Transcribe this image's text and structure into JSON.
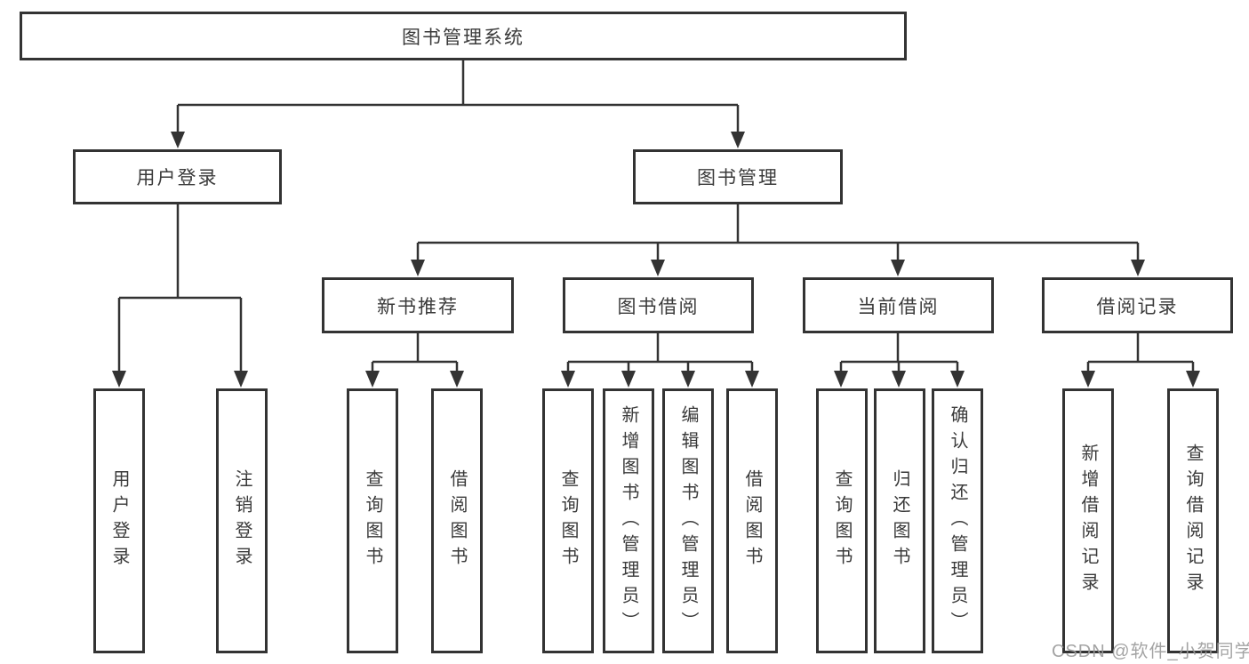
{
  "diagram": {
    "root": {
      "label": "图书管理系统"
    },
    "level2": [
      {
        "label": "用户登录"
      },
      {
        "label": "图书管理"
      }
    ],
    "level3": [
      {
        "label": "新书推荐"
      },
      {
        "label": "图书借阅"
      },
      {
        "label": "当前借阅"
      },
      {
        "label": "借阅记录"
      }
    ],
    "leaves": [
      {
        "parent": "用户登录",
        "label": "用户登录"
      },
      {
        "parent": "用户登录",
        "label": "注销登录"
      },
      {
        "parent": "新书推荐",
        "label": "查询图书"
      },
      {
        "parent": "新书推荐",
        "label": "借阅图书"
      },
      {
        "parent": "图书借阅",
        "label": "查询图书"
      },
      {
        "parent": "图书借阅",
        "label": "新增图书（管理员）"
      },
      {
        "parent": "图书借阅",
        "label": "编辑图书（管理员）"
      },
      {
        "parent": "图书借阅",
        "label": "借阅图书"
      },
      {
        "parent": "当前借阅",
        "label": "查询图书"
      },
      {
        "parent": "当前借阅",
        "label": "归还图书"
      },
      {
        "parent": "当前借阅",
        "label": "确认归还（管理员）"
      },
      {
        "parent": "借阅记录",
        "label": "新增借阅记录"
      },
      {
        "parent": "借阅记录",
        "label": "查询借阅记录"
      }
    ]
  },
  "watermark": "CSDN @软件_小贺同学",
  "colors": {
    "line": "#333333",
    "box_border": "#333333",
    "text": "#3a3a3a",
    "watermark": "#9a9a9a",
    "background": "#ffffff"
  }
}
